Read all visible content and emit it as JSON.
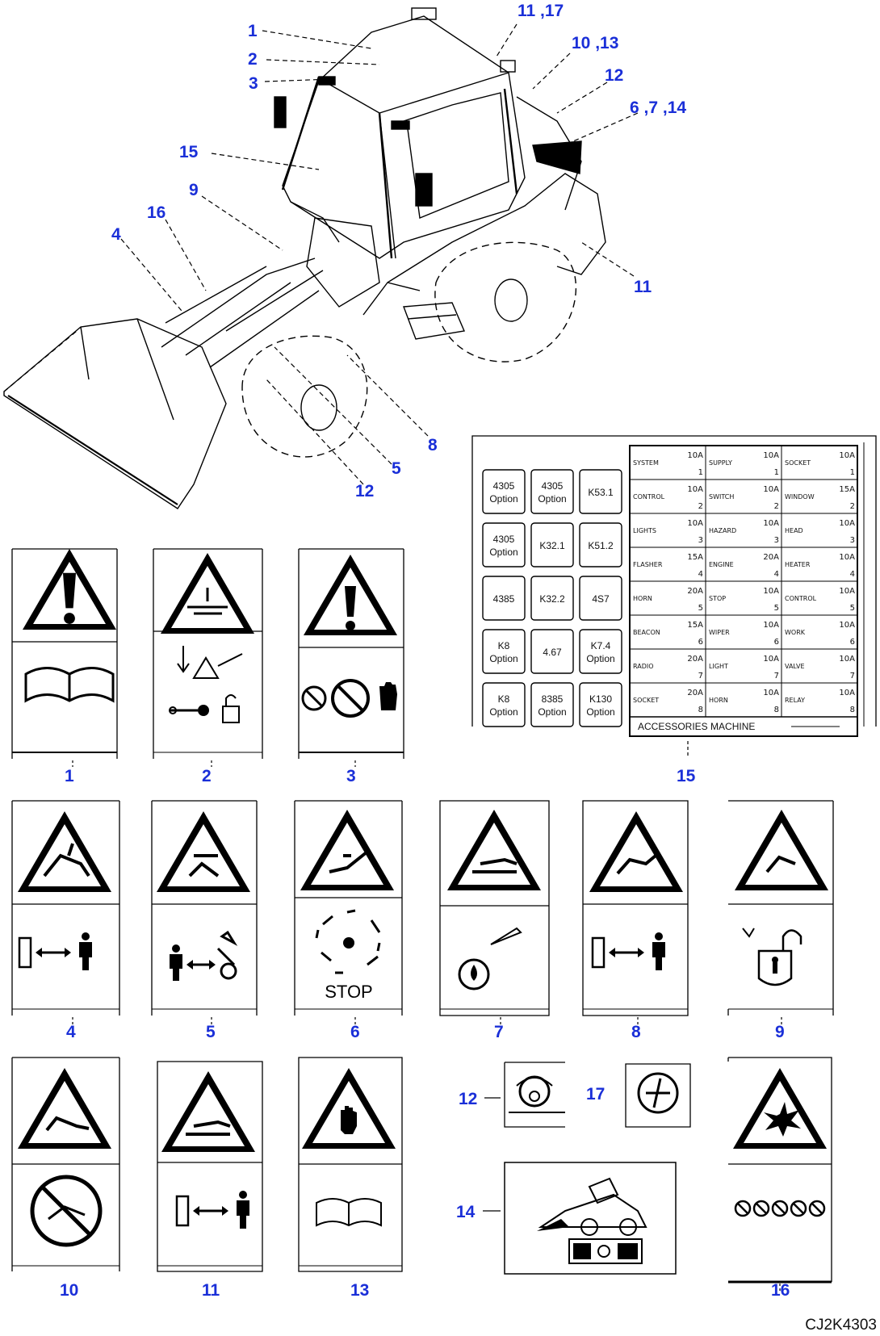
{
  "callouts_top": {
    "c1": "1",
    "c2": "2",
    "c3": "3",
    "c4": "4",
    "c5": "5",
    "c6": "6 ,7 ,14",
    "c8": "8",
    "c9": "9",
    "c10": "10 ,13",
    "c11a": "11 ,17",
    "c11b": "11",
    "c12a": "12",
    "c12b": "12",
    "c15": "15",
    "c16": "16"
  },
  "label_numbers": [
    "1",
    "2",
    "3",
    "4",
    "5",
    "6",
    "7",
    "8",
    "9",
    "10",
    "11",
    "12",
    "13",
    "14",
    "15",
    "16",
    "17"
  ],
  "stop_text": "STOP",
  "fuse_box": {
    "left_cells": [
      "4305 Option",
      "4305 Option",
      "K53.1",
      "4305 Option",
      "K32.1",
      "K51.2",
      "4385",
      "K32.2",
      "4S7",
      "K8 Option",
      "4.67",
      "K7.4 Option",
      "K8 Option",
      "8385 Option",
      "K130 Option"
    ],
    "right_cells": [
      {
        "text": "SYSTEM",
        "amp": "10A",
        "n": "1"
      },
      {
        "text": "SUPPLY",
        "amp": "10A",
        "n": "1"
      },
      {
        "text": "SOCKET",
        "amp": "10A",
        "n": "1"
      },
      {
        "text": "CONTROL",
        "amp": "10A",
        "n": "2"
      },
      {
        "text": "SWITCH",
        "amp": "10A",
        "n": "2"
      },
      {
        "text": "WINDOW",
        "amp": "15A",
        "n": "2"
      },
      {
        "text": "LIGHTS",
        "amp": "10A",
        "n": "3"
      },
      {
        "text": "HAZARD",
        "amp": "10A",
        "n": "3"
      },
      {
        "text": "HEAD",
        "amp": "10A",
        "n": "3"
      },
      {
        "text": "FLASHER",
        "amp": "15A",
        "n": "4"
      },
      {
        "text": "ENGINE",
        "amp": "20A",
        "n": "4"
      },
      {
        "text": "HEATER",
        "amp": "10A",
        "n": "4"
      },
      {
        "text": "HORN",
        "amp": "20A",
        "n": "5"
      },
      {
        "text": "STOP",
        "amp": "10A",
        "n": "5"
      },
      {
        "text": "CONTROL",
        "amp": "10A",
        "n": "5"
      },
      {
        "text": "BEACON",
        "amp": "15A",
        "n": "6"
      },
      {
        "text": "WIPER",
        "amp": "10A",
        "n": "6"
      },
      {
        "text": "WORK",
        "amp": "10A",
        "n": "6"
      },
      {
        "text": "RADIO",
        "amp": "20A",
        "n": "7"
      },
      {
        "text": "LIGHT",
        "amp": "10A",
        "n": "7"
      },
      {
        "text": "VALVE",
        "amp": "10A",
        "n": "7"
      },
      {
        "text": "SOCKET",
        "amp": "20A",
        "n": "8"
      },
      {
        "text": "HORN",
        "amp": "10A",
        "n": "8"
      },
      {
        "text": "RELAY",
        "amp": "10A",
        "n": "8"
      }
    ],
    "footer": "ACCESSORIES MACHINE"
  },
  "drawing_code": "CJ2K4303"
}
